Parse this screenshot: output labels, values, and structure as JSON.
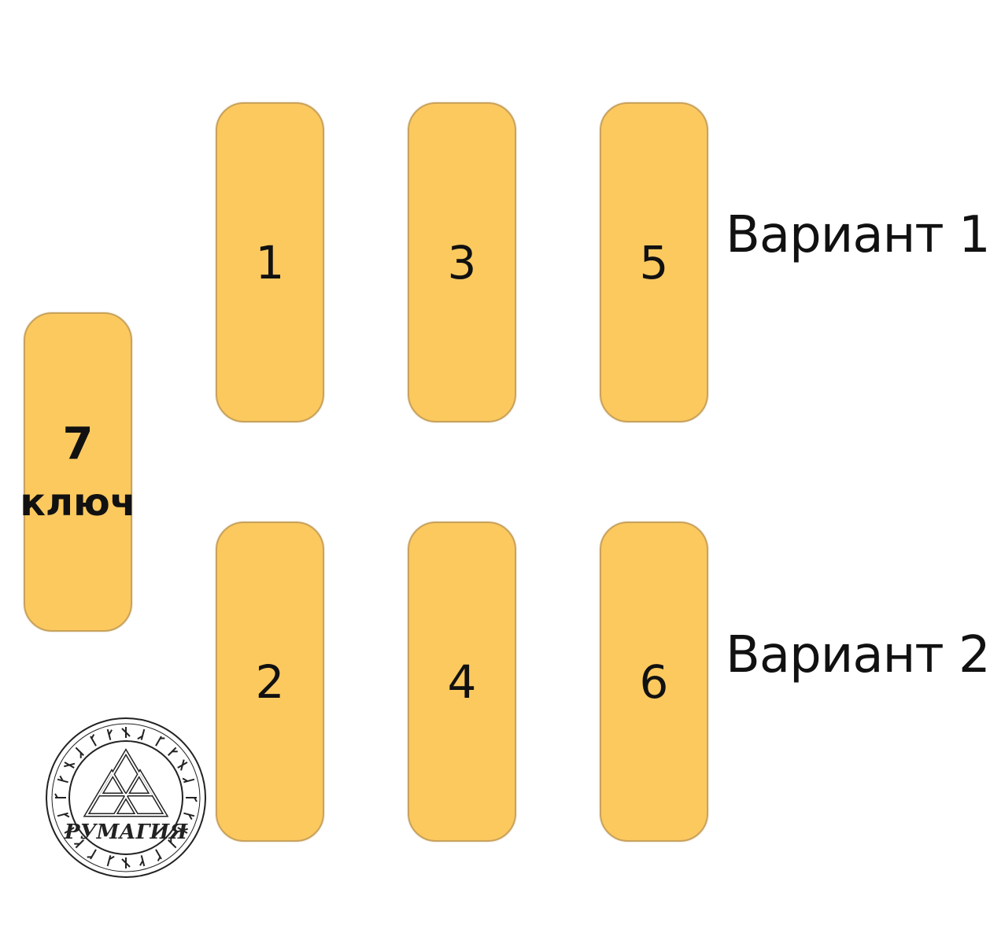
{
  "cards": [
    {
      "id": "1",
      "label": "1"
    },
    {
      "id": "2",
      "label": "2"
    },
    {
      "id": "3",
      "label": "3"
    },
    {
      "id": "4",
      "label": "4"
    },
    {
      "id": "5",
      "label": "5"
    },
    {
      "id": "6",
      "label": "6"
    },
    {
      "id": "7",
      "label": "7",
      "sublabel": "ключ"
    }
  ],
  "rows": [
    {
      "label": "Вариант 1"
    },
    {
      "label": "Вариант 2"
    }
  ],
  "seal": {
    "text": "РУМАГИЯ",
    "icon": "valknut-rune-circle-icon"
  },
  "colors": {
    "card_fill": "#fcc95f",
    "card_border": "#c9a25a",
    "text": "#111111",
    "background": "#ffffff"
  }
}
